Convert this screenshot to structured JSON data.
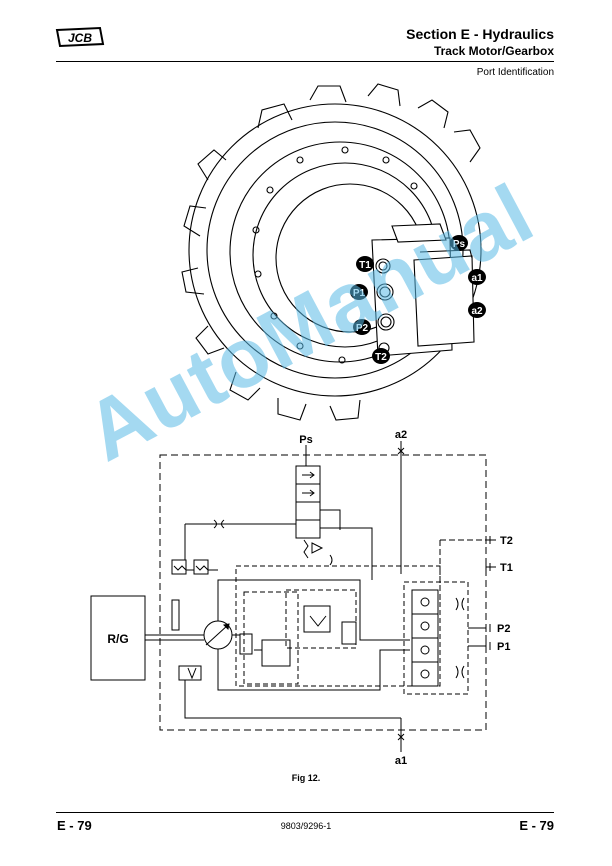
{
  "header": {
    "logo_text": "JCB",
    "title": "Section E - Hydraulics",
    "subtitle": "Track Motor/Gearbox",
    "topic": "Port Identification"
  },
  "figure": {
    "port_tags": {
      "ps": "Ps",
      "t1": "T1",
      "p1": "P1",
      "p2": "P2",
      "t2": "T2",
      "a1": "a1",
      "a2": "a2"
    },
    "schematic_labels": {
      "ps": "Ps",
      "a2": "a2",
      "t2": "T2",
      "t1": "T1",
      "p2": "P2",
      "p1": "P1",
      "a1": "a1",
      "rg": "R/G"
    },
    "caption": "Fig 12."
  },
  "watermark": "AutoManual",
  "footer": {
    "page_left": "E - 79",
    "doc_number": "9803/9296-1",
    "page_right": "E - 79"
  }
}
